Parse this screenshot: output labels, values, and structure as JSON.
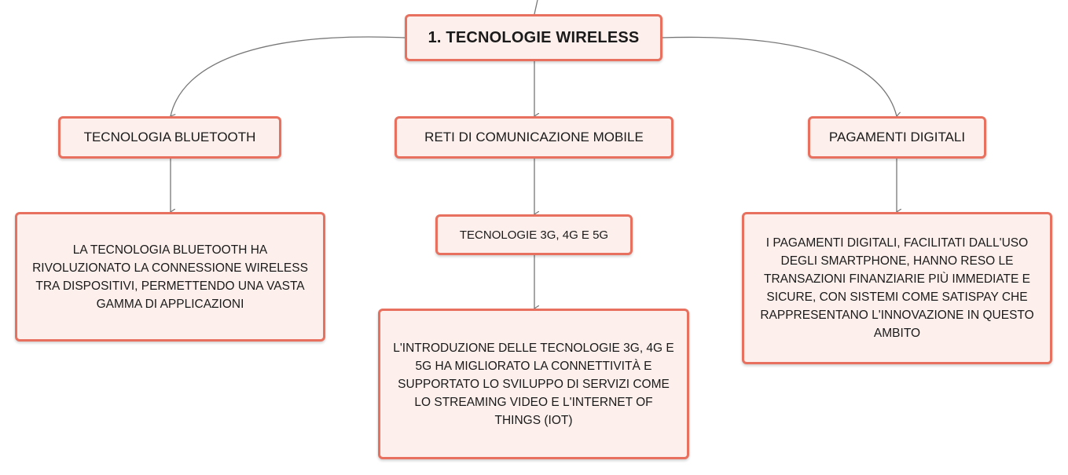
{
  "diagram": {
    "root": {
      "label": "1. TECNOLOGIE WIRELESS"
    },
    "branches": [
      {
        "label": "TECNOLOGIA BLUETOOTH",
        "description": "LA TECNOLOGIA BLUETOOTH HA RIVOLUZIONATO LA CONNESSIONE WIRELESS TRA DISPOSITIVI, PERMETTENDO UNA VASTA GAMMA DI APPLICAZIONI"
      },
      {
        "label": "RETI DI COMUNICAZIONE MOBILE",
        "sub_label": "TECNOLOGIE 3G, 4G E 5G",
        "description": "L'INTRODUZIONE DELLE TECNOLOGIE 3G, 4G E 5G HA MIGLIORATO LA CONNETTIVITÀ E SUPPORTATO LO SVILUPPO DI SERVIZI COME LO STREAMING VIDEO E L'INTERNET OF THINGS (IOT)"
      },
      {
        "label": "PAGAMENTI DIGITALI",
        "description": "I PAGAMENTI DIGITALI, FACILITATI DALL'USO DEGLI SMARTPHONE, HANNO RESO LE TRANSAZIONI FINANZIARIE PIÙ IMMEDIATE E SICURE, CON SISTEMI COME SATISPAY CHE RAPPRESENTANO L'INNOVAZIONE IN QUESTO AMBITO"
      }
    ],
    "colors": {
      "node_border": "#e8705f",
      "node_fill": "#fdf0ec",
      "connector": "#777777",
      "text": "#1a1a1a"
    }
  }
}
